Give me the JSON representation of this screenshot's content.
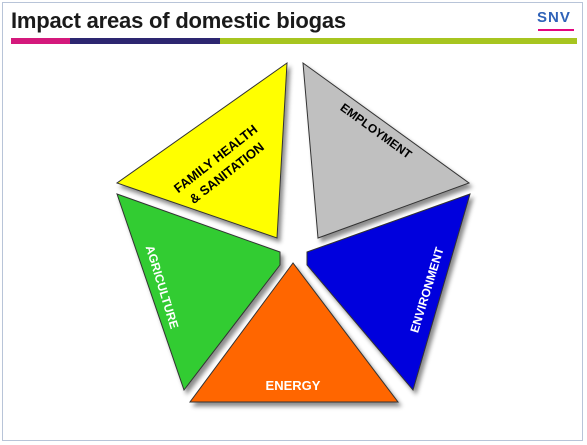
{
  "slide": {
    "title": "Impact areas of domestic biogas",
    "logo_text": "SNV"
  },
  "colors": {
    "family_health": "#ffff00",
    "employment": "#c0c0c0",
    "agriculture": "#33cc33",
    "environment": "#0000dd",
    "energy": "#ff6600",
    "band_magenta": "#d4197c",
    "band_navy": "#2d2670",
    "band_green": "#a7c520",
    "logo_blue": "#2f62b8"
  },
  "segments": {
    "family_health": {
      "line1": "FAMILY HEALTH",
      "line2": "& SANITATION"
    },
    "employment": {
      "label": "EMPLOYMENT"
    },
    "agriculture": {
      "label": "AGRICULTURE"
    },
    "environment": {
      "label": "ENVIRONMENT"
    },
    "energy": {
      "label": "ENERGY"
    }
  }
}
